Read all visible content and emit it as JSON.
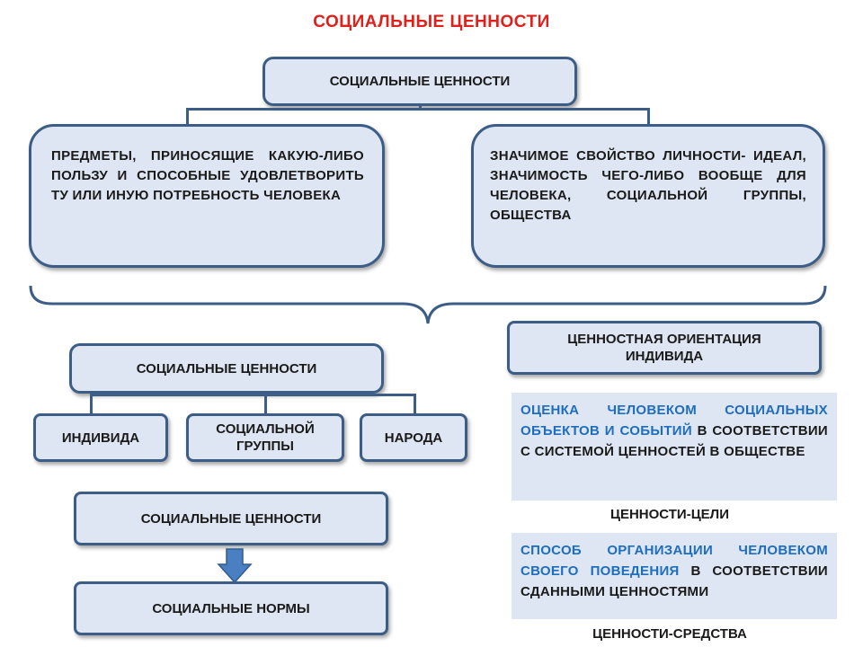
{
  "title": "СОЦИАЛЬНЫЕ ЦЕННОСТИ",
  "top_box": "СОЦИАЛЬНЫЕ ЦЕННОСТИ",
  "def_left": "ПРЕДМЕТЫ, ПРИНОСЯЩИЕ КАКУЮ-ЛИБО ПОЛЬЗУ И СПОСОБНЫЕ УДОВЛЕТВОРИТЬ ТУ ИЛИ ИНУЮ ПОТРЕБНОСТЬ ЧЕЛОВЕКА",
  "def_right": "ЗНАЧИМОЕ СВОЙСТВО ЛИЧНОСТИ- ИДЕАЛ, ЗНАЧИМОСТЬ ЧЕГО-ЛИБО ВООБЩЕ ДЛЯ ЧЕЛОВЕКА, СОЦИАЛЬНОЙ ГРУППЫ, ОБЩЕСТВА",
  "mid_box": "СОЦИАЛЬНЫЕ ЦЕННОСТИ",
  "levels": [
    "ИНДИВИДА",
    "СОЦИАЛЬНОЙ ГРУППЫ",
    "НАРОДА"
  ],
  "flow_top": "СОЦИАЛЬНЫЕ ЦЕННОСТИ",
  "flow_bottom": "СОЦИАЛЬНЫЕ НОРМЫ",
  "orientation_box": "ЦЕННОСТНАЯ ОРИЕНТАЦИЯ ИНДИВИДА",
  "goals_panel": {
    "highlight": "ОЦЕНКА ЧЕЛОВЕКОМ СОЦИАЛЬНЫХ ОБЪЕКТОВ И СОБЫТИЙ",
    "rest": " В СООТВЕТСТВИИ С СИСТЕМОЙ ЦЕННОСТЕЙ В ОБЩЕСТВЕ"
  },
  "goals_caption": "ЦЕННОСТИ-ЦЕЛИ",
  "means_panel": {
    "highlight": "СПОСОБ ОРГАНИЗАЦИИ ЧЕЛОВЕКОМ СВОЕГО ПОВЕДЕНИЯ",
    "rest": " В СООТВЕТСТВИИ СДАННЫМИ ЦЕННОСТЯМИ"
  },
  "means_caption": "ЦЕННОСТИ-СРЕДСТВА",
  "colors": {
    "title": "#e0201b",
    "box_fill": "#dde6f2",
    "box_border": "#3c5d86",
    "highlight": "#1f6dbf",
    "arrow": "#4a7fc1"
  }
}
